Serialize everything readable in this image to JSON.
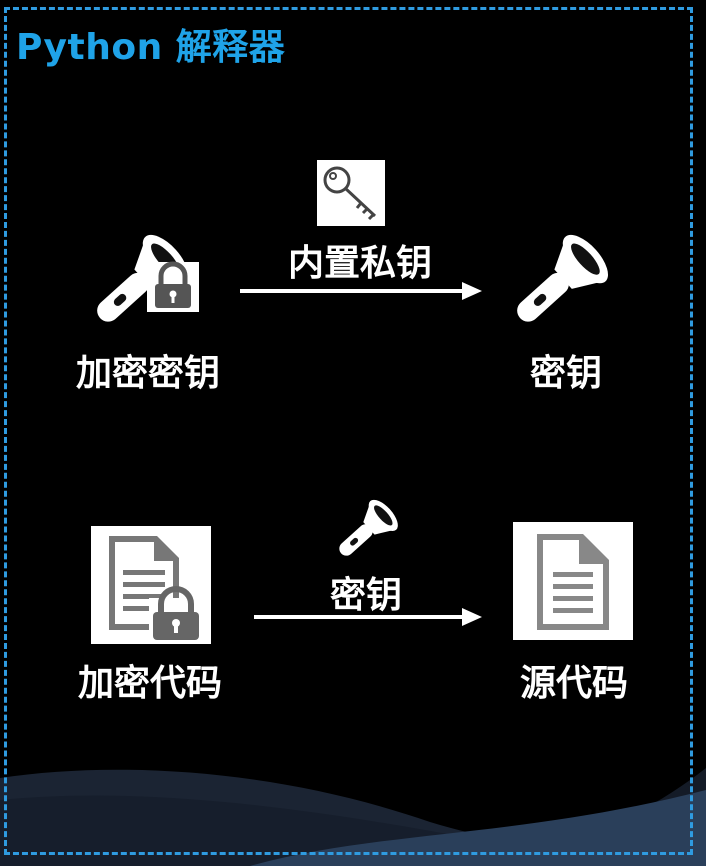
{
  "title": "Python 解释器",
  "colors": {
    "accent": "#1fa3e8",
    "frame": "#2f9be0",
    "background": "#000000",
    "wave_dark": "#1b2433",
    "wave_light": "#2a3f5a"
  },
  "top_row": {
    "left_label": "加密密钥",
    "arrow_label": "内置私钥",
    "right_label": "密钥",
    "left_icon": "flashlight-lock-icon",
    "arrow_icon": "key-icon",
    "right_icon": "flashlight-icon"
  },
  "bottom_row": {
    "left_label": "加密代码",
    "arrow_label": "密钥",
    "right_label": "源代码",
    "left_icon": "document-lock-icon",
    "arrow_icon": "flashlight-icon",
    "right_icon": "document-icon"
  }
}
